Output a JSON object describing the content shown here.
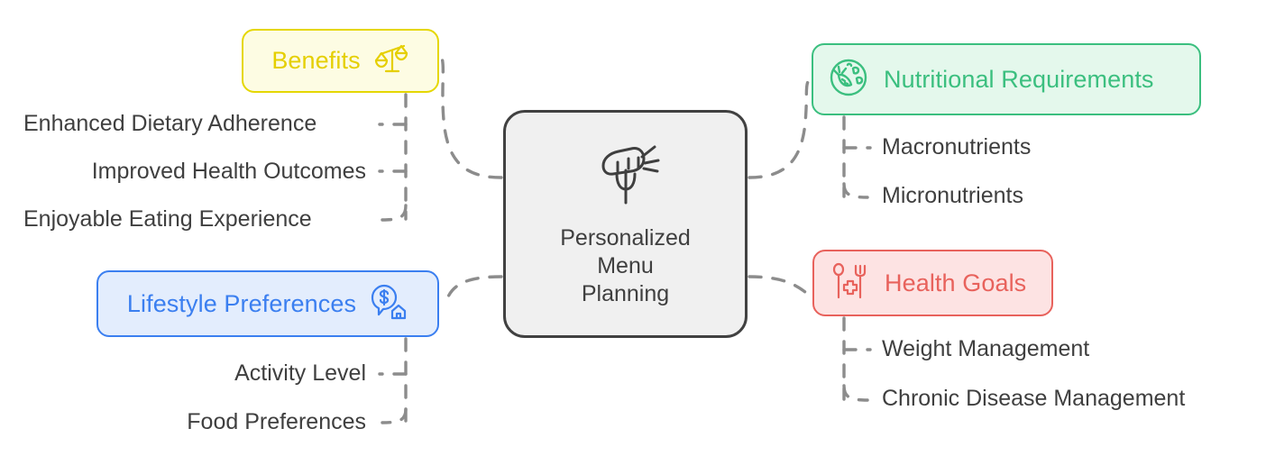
{
  "diagram": {
    "type": "mind-map",
    "title": "Personalized Menu Planning",
    "background": "#ffffff",
    "edge_color": "#8c8c8c",
    "edge_style": "dashed"
  },
  "center": {
    "label": "Personalized\nMenu\nPlanning",
    "line1": "Personalized",
    "line2": "Menu",
    "line3": "Planning",
    "icon": "whisk-icon",
    "fill": "#f0f0f0",
    "border": "#414141",
    "text_color": "#3f3f3f"
  },
  "branches": [
    {
      "id": "benefits",
      "label": "Benefits",
      "icon": "balance-scale-icon",
      "fill": "#fdfce3",
      "border": "#e5d700",
      "text_color": "#e5cf00",
      "side": "left",
      "children": [
        "Enhanced Dietary Adherence",
        "Improved Health Outcomes",
        "Enjoyable Eating Experience"
      ]
    },
    {
      "id": "nutrition",
      "label": "Nutritional Requirements",
      "icon": "vegetables-circle-icon",
      "fill": "#e4f8ec",
      "border": "#3bbf7f",
      "text_color": "#3bbf7f",
      "side": "right",
      "children": [
        "Macronutrients",
        "Micronutrients"
      ]
    },
    {
      "id": "lifestyle",
      "label": "Lifestyle Preferences",
      "icon": "money-bubble-house-icon",
      "fill": "#e3edfd",
      "border": "#3b7ff0",
      "text_color": "#3b7ff0",
      "side": "left",
      "children": [
        "Activity Level",
        "Food Preferences"
      ]
    },
    {
      "id": "health",
      "label": "Health Goals",
      "icon": "spoon-cross-fork-icon",
      "fill": "#fde3e3",
      "border": "#e8625c",
      "text_color": "#e8625c",
      "side": "right",
      "children": [
        "Weight Management",
        "Chronic Disease Management"
      ]
    }
  ],
  "leaves": {
    "benefits_1": "Enhanced Dietary Adherence",
    "benefits_2": "Improved Health Outcomes",
    "benefits_3": "Enjoyable Eating Experience",
    "nutrition_1": "Macronutrients",
    "nutrition_2": "Micronutrients",
    "lifestyle_1": "Activity Level",
    "lifestyle_2": "Food Preferences",
    "health_1": "Weight Management",
    "health_2": "Chronic Disease Management"
  }
}
